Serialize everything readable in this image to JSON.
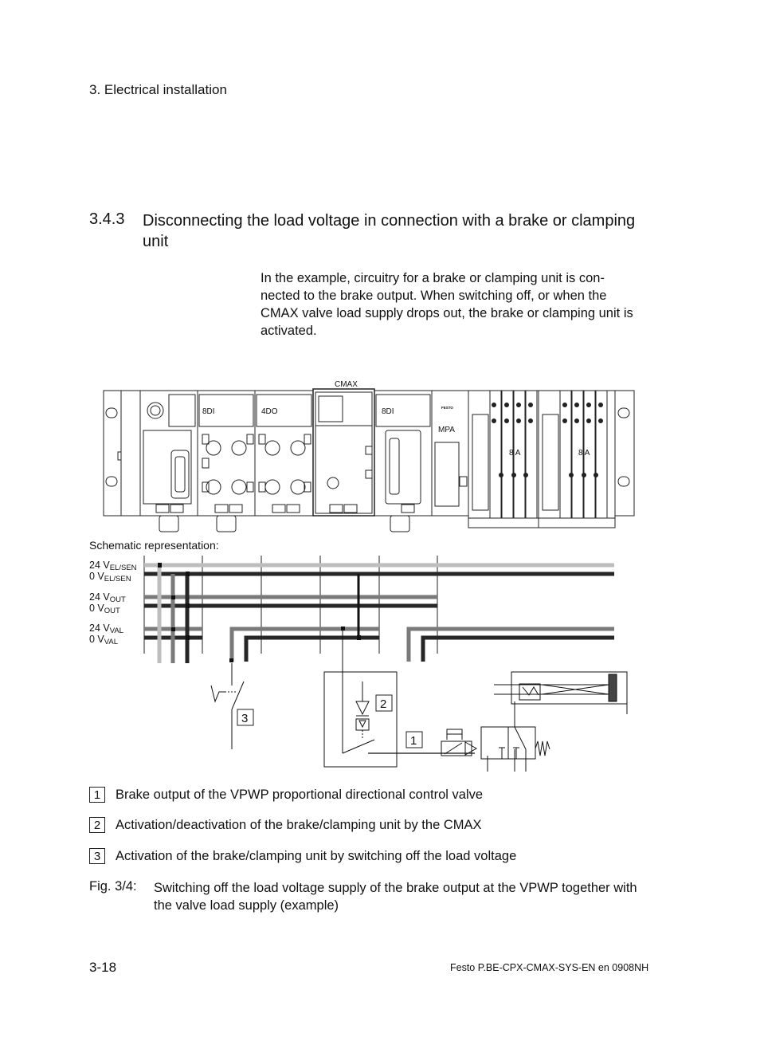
{
  "header": {
    "chapter": "3.  Electrical installation"
  },
  "section": {
    "number": "3.4.3",
    "title": "Disconnecting the load voltage in connection with a brake or clamping unit"
  },
  "intro": "In the example, circuitry for a brake or clamping unit is con-nected to the brake output. When switching off, or when the CMAX valve load supply drops out, the brake or clamping unit is activated.",
  "device_diagram": {
    "modules": {
      "cmax": "CMAX",
      "di1": "8DI",
      "do1": "4DO",
      "di2": "8DI",
      "mpa": "MPA",
      "valves1": "8 A",
      "valves2": "8 A"
    },
    "logo": "FESTO"
  },
  "schematic": {
    "label": "Schematic representation:",
    "rails": [
      {
        "v": "24 V",
        "sub": "EL/SEN"
      },
      {
        "v": "0 V",
        "sub": "EL/SEN"
      },
      {
        "v": "24 V",
        "sub": "OUT"
      },
      {
        "v": "0 V",
        "sub": "OUT"
      },
      {
        "v": "24 V",
        "sub": "VAL"
      },
      {
        "v": "0 V",
        "sub": "VAL"
      }
    ],
    "callouts": {
      "c1": "1",
      "c2": "2",
      "c3": "3"
    },
    "colors": {
      "light": "#bdbdbd",
      "mid": "#7a7a7a",
      "dark": "#262626"
    }
  },
  "legend": [
    {
      "num": "1",
      "text": "Brake output of the VPWP proportional directional control valve"
    },
    {
      "num": "2",
      "text": "Activation/deactivation of the brake/clamping unit by the CMAX"
    },
    {
      "num": "3",
      "text": "Activation of the brake/clamping unit by switching off the load voltage"
    }
  ],
  "figure": {
    "label": "Fig. 3/4:",
    "caption": "Switching off the load voltage supply of the brake output at the VPWP together with the valve load supply (example)"
  },
  "footer": {
    "page": "3-18",
    "doc": "Festo  P.BE-CPX-CMAX-SYS-EN  en 0908NH"
  }
}
